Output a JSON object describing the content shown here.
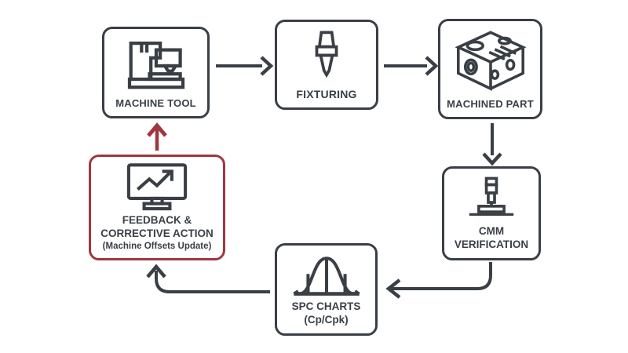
{
  "diagram": {
    "description": "Closed-loop machining quality control process flow",
    "colors": {
      "outline_dark": "#3a3f46",
      "highlight_red": "#9f383e",
      "background": "#ffffff"
    },
    "nodes": [
      {
        "id": "machine-tool",
        "label": "MACHINE TOOL",
        "icon": "cnc-machine-icon",
        "highlighted": false
      },
      {
        "id": "fixturing",
        "label": "FIXTURING",
        "icon": "tool-holder-icon",
        "highlighted": false
      },
      {
        "id": "machined-part",
        "label": "MACHINED PART",
        "icon": "machined-block-icon",
        "highlighted": false
      },
      {
        "id": "cmm-verification",
        "line1": "CMM",
        "line2": "VERIFICATION",
        "icon": "cmm-probe-icon",
        "highlighted": false
      },
      {
        "id": "spc-charts",
        "label": "SPC CHARTS",
        "sublabel": "(Cp/Cpk)",
        "icon": "bell-curve-icon",
        "highlighted": false
      },
      {
        "id": "feedback",
        "line1": "FEEDBACK &",
        "line2": "CORRECTIVE ACTION",
        "sublabel": "(Machine Offsets Update)",
        "icon": "monitor-trend-icon",
        "highlighted": true
      }
    ],
    "edges": [
      {
        "from": "machine-tool",
        "to": "fixturing",
        "color": "#3a3f46"
      },
      {
        "from": "fixturing",
        "to": "machined-part",
        "color": "#3a3f46"
      },
      {
        "from": "machined-part",
        "to": "cmm-verification",
        "color": "#3a3f46"
      },
      {
        "from": "cmm-verification",
        "to": "spc-charts",
        "color": "#3a3f46"
      },
      {
        "from": "spc-charts",
        "to": "feedback",
        "color": "#3a3f46"
      },
      {
        "from": "feedback",
        "to": "machine-tool",
        "color": "#9f383e"
      }
    ]
  }
}
